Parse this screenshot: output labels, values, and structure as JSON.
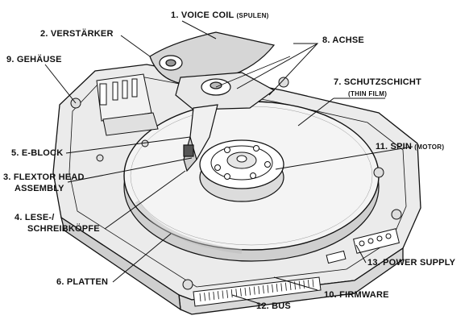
{
  "labels": {
    "voice_coil": "1. VOICE COIL",
    "voice_coil_sub": "(SPULEN)",
    "verstaerker": "2. VERSTÄRKER",
    "flextor_line1": "3. FLEXTOR HEAD",
    "flextor_line2": "ASSEMBLY",
    "lese_line1": "4. LESE-/",
    "lese_line2": "SCHREIBKÖPFE",
    "e_block": "5. E-BLOCK",
    "platten": "6. PLATTEN",
    "schutzschicht": "7. SCHUTZSCHICHT",
    "schutzschicht_sub": "(THIN FILM)",
    "achse": "8. ACHSE",
    "gehaeuse": "9. GEHÄUSE",
    "firmware": "10. FIRMWARE",
    "spin": "11. SPIN",
    "spin_sub": "(MOTOR)",
    "bus": "12. BUS",
    "power_supply": "13. POWER SUPPLY"
  },
  "colors": {
    "ink": "#111111",
    "platter_fill": "#f4f4f4",
    "case_fill": "#e9e9e9",
    "shade": "#bdbdbd",
    "background": "#ffffff"
  }
}
